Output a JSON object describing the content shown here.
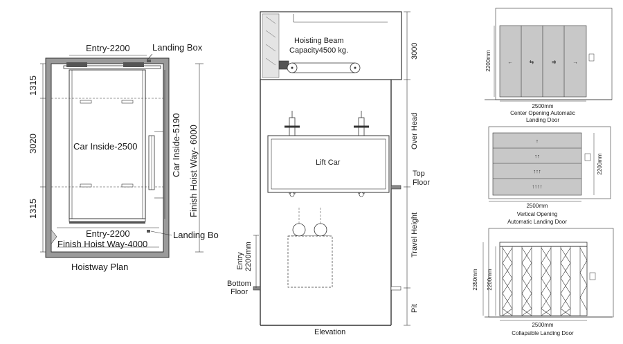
{
  "plan": {
    "entry_top": "Entry-2200",
    "landing_box_top": "Landing Box",
    "dim_1315_top": "1315",
    "dim_3020": "3020",
    "dim_1315_bottom": "1315",
    "car_inside_width": "Car Inside-2500",
    "car_inside_depth": "Car Inside-5190",
    "finish_hoist_way_depth": "Finish Hoist Way- 6000",
    "entry_bottom": "Entry-2200",
    "landing_box_bottom": "Landing Bo",
    "finish_hoist_way_width": "Finish Hoist Way-4000",
    "caption": "Hoistway Plan"
  },
  "elevation": {
    "hoisting_beam": "Hoisting Beam",
    "capacity": "Capacity4500 kg.",
    "dim_3000": "3000",
    "lift_car": "Lift Car",
    "over_head": "Over Head",
    "top_floor_1": "Top",
    "top_floor_2": "Floor",
    "travel_height": "Travel Height",
    "entry_1": "Entry",
    "entry_2": "2200mm",
    "bottom_floor_1": "Bottom",
    "bottom_floor_2": "Floor",
    "pit": "Pit",
    "caption": "Elevation"
  },
  "doors": {
    "center": {
      "height": "2200mm",
      "width": "2500mm",
      "caption_1": "Center Opening Automatic",
      "caption_2": "Landing Door"
    },
    "vertical": {
      "height": "2200mm",
      "width": "2500mm",
      "caption_1": "Vertical Opening",
      "caption_2": "Automatic Landing Door"
    },
    "collapsible": {
      "height_outer": "2350mm",
      "height_inner": "2200mm",
      "width": "2500mm",
      "caption": "Collapsible Landing Door"
    }
  },
  "colors": {
    "line": "#333333",
    "wall_fill": "#9a9a9a",
    "panel_fill": "#c8c8c8",
    "wall_hatch": "#8a8a8a"
  }
}
